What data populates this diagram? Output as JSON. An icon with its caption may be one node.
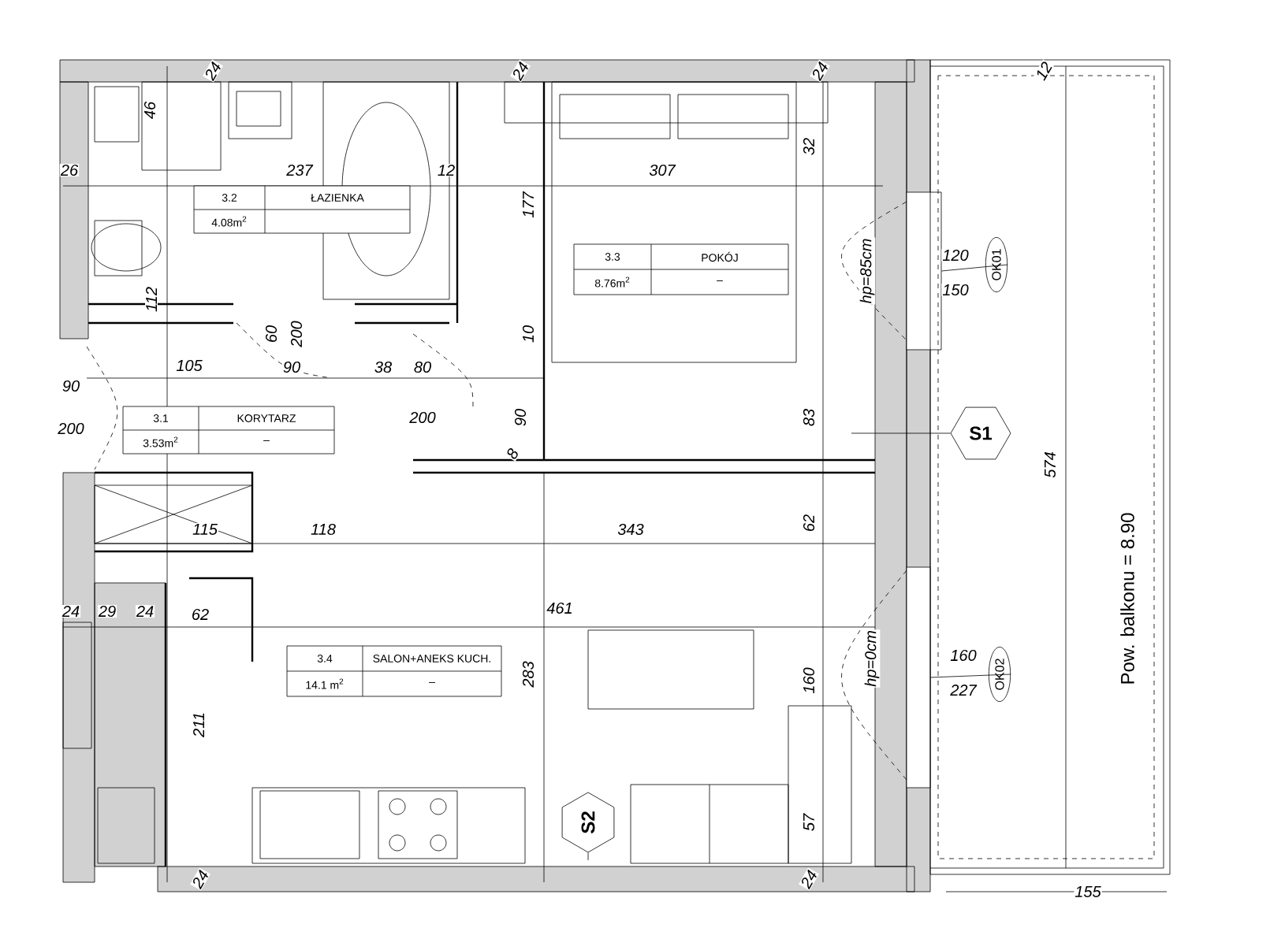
{
  "diagram": {
    "nodes": [
      {
        "text": [
          "3.2",
          "ŁAZIENKA",
          "4.08m$^{2}$"
        ]
      },
      {
        "text": [
          "3.3",
          "POKÓJ",
          "8.76m$^{2}$",
          "–"
        ]
      },
      {
        "text": [
          "3.1",
          "KORYTARZ",
          "3.53m$^{2}$",
          "–"
        ]
      },
      {
        "text": [
          "3.4",
          "SALON+ANEKS KUCH.",
          "14.1 m$^{2}$",
          "–"
        ]
      },
      {
        "text": [
          "OK01"
        ]
      },
      {
        "text": [
          "S1"
        ]
      },
      {
        "text": [
          "OK02"
        ]
      },
      {
        "text": [
          "S2"
        ]
      },
      {
        "text": [],
        "shape": "box"
      },
      {
        "text": [],
        "shape": "box"
      }
    ],
    "edges": [
      {
        "from": 4,
        "to": 8,
        "arrow": "none"
      },
      {
        "from": 5,
        "to": null,
        "arrow": "none"
      },
      {
        "from": 6,
        "to": 9,
        "arrow": "none"
      },
      {
        "from": 7,
        "to": null,
        "arrow": "none"
      }
    ],
    "labels": [
      "24",
      "24",
      "24",
      "12",
      "46",
      "26",
      "237",
      "12",
      "307",
      "32",
      "177",
      "112",
      "60",
      "200",
      "105",
      "90",
      "38",
      "80",
      "200",
      "90",
      "200",
      "10",
      "90",
      "83",
      "8",
      "hp=85cm",
      "120",
      "150",
      "115",
      "118",
      "343",
      "62",
      "24",
      "29",
      "24",
      "62",
      "461",
      "283",
      "211",
      "160",
      "hp=0cm",
      "160",
      "227",
      "57",
      "24",
      "24",
      "574",
      "155",
      "Pow. balkonu = 8.90"
    ]
  }
}
